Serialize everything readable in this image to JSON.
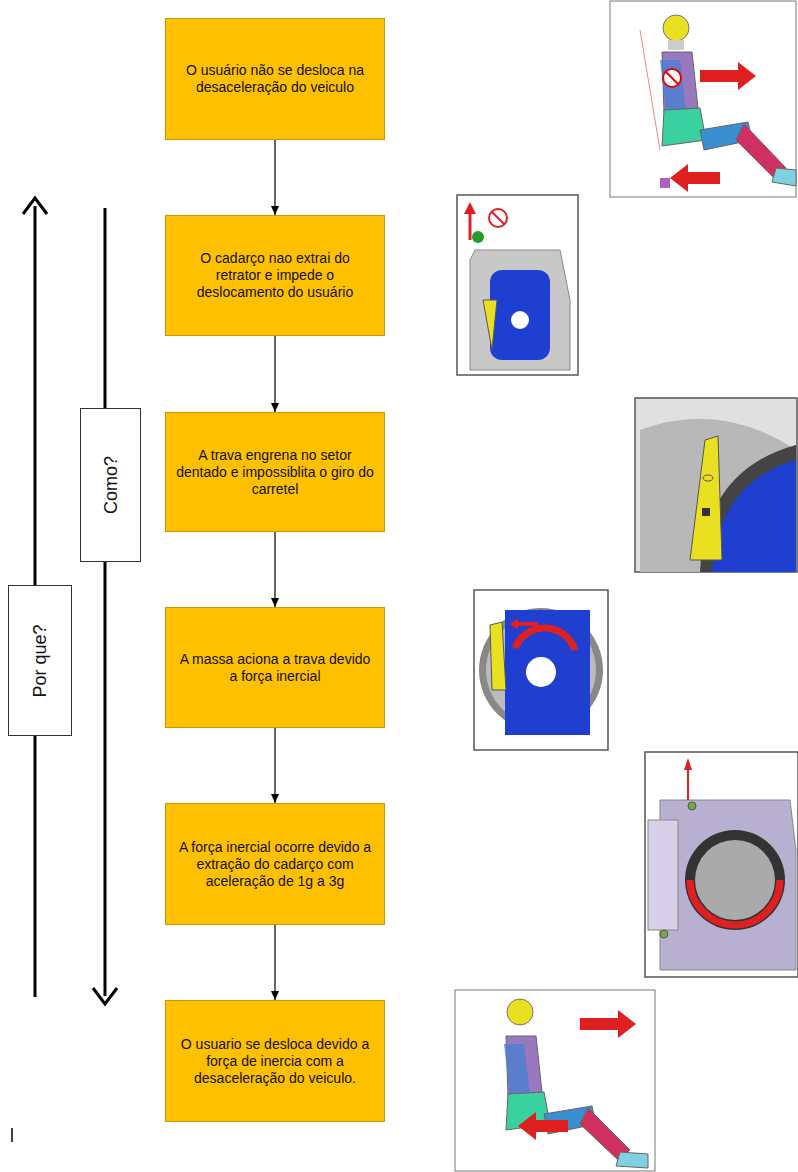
{
  "diagram": {
    "nodes": [
      {
        "text": [
          "O usuário não se desloca na desaceleração do veiculo"
        ]
      },
      {
        "text": [
          "O cadarço nao extrai do retrator e impede o deslocamento do usuário"
        ]
      },
      {
        "text": [
          "A trava engrena no setor dentado e impossiblita o giro do carretel"
        ]
      },
      {
        "text": [
          "A massa aciona a trava devido a força inercial"
        ]
      },
      {
        "text": [
          "A força inercial ocorre devido a extração do cadarço com aceleração de 1g a 3g"
        ]
      },
      {
        "text": [
          "O usuario se desloca devido a força de inercia com a desaceleração do veiculo."
        ]
      },
      {
        "text": [
          "Como?"
        ]
      },
      {
        "text": [
          "Por que?"
        ]
      }
    ],
    "edges": [
      {
        "from": 0,
        "to": 1,
        "arrow": "to"
      },
      {
        "from": 1,
        "to": 2,
        "arrow": "to"
      },
      {
        "from": 2,
        "to": 3,
        "arrow": "to"
      },
      {
        "from": 3,
        "to": 4,
        "arrow": "to"
      },
      {
        "from": 4,
        "to": 5,
        "arrow": "to"
      }
    ]
  }
}
